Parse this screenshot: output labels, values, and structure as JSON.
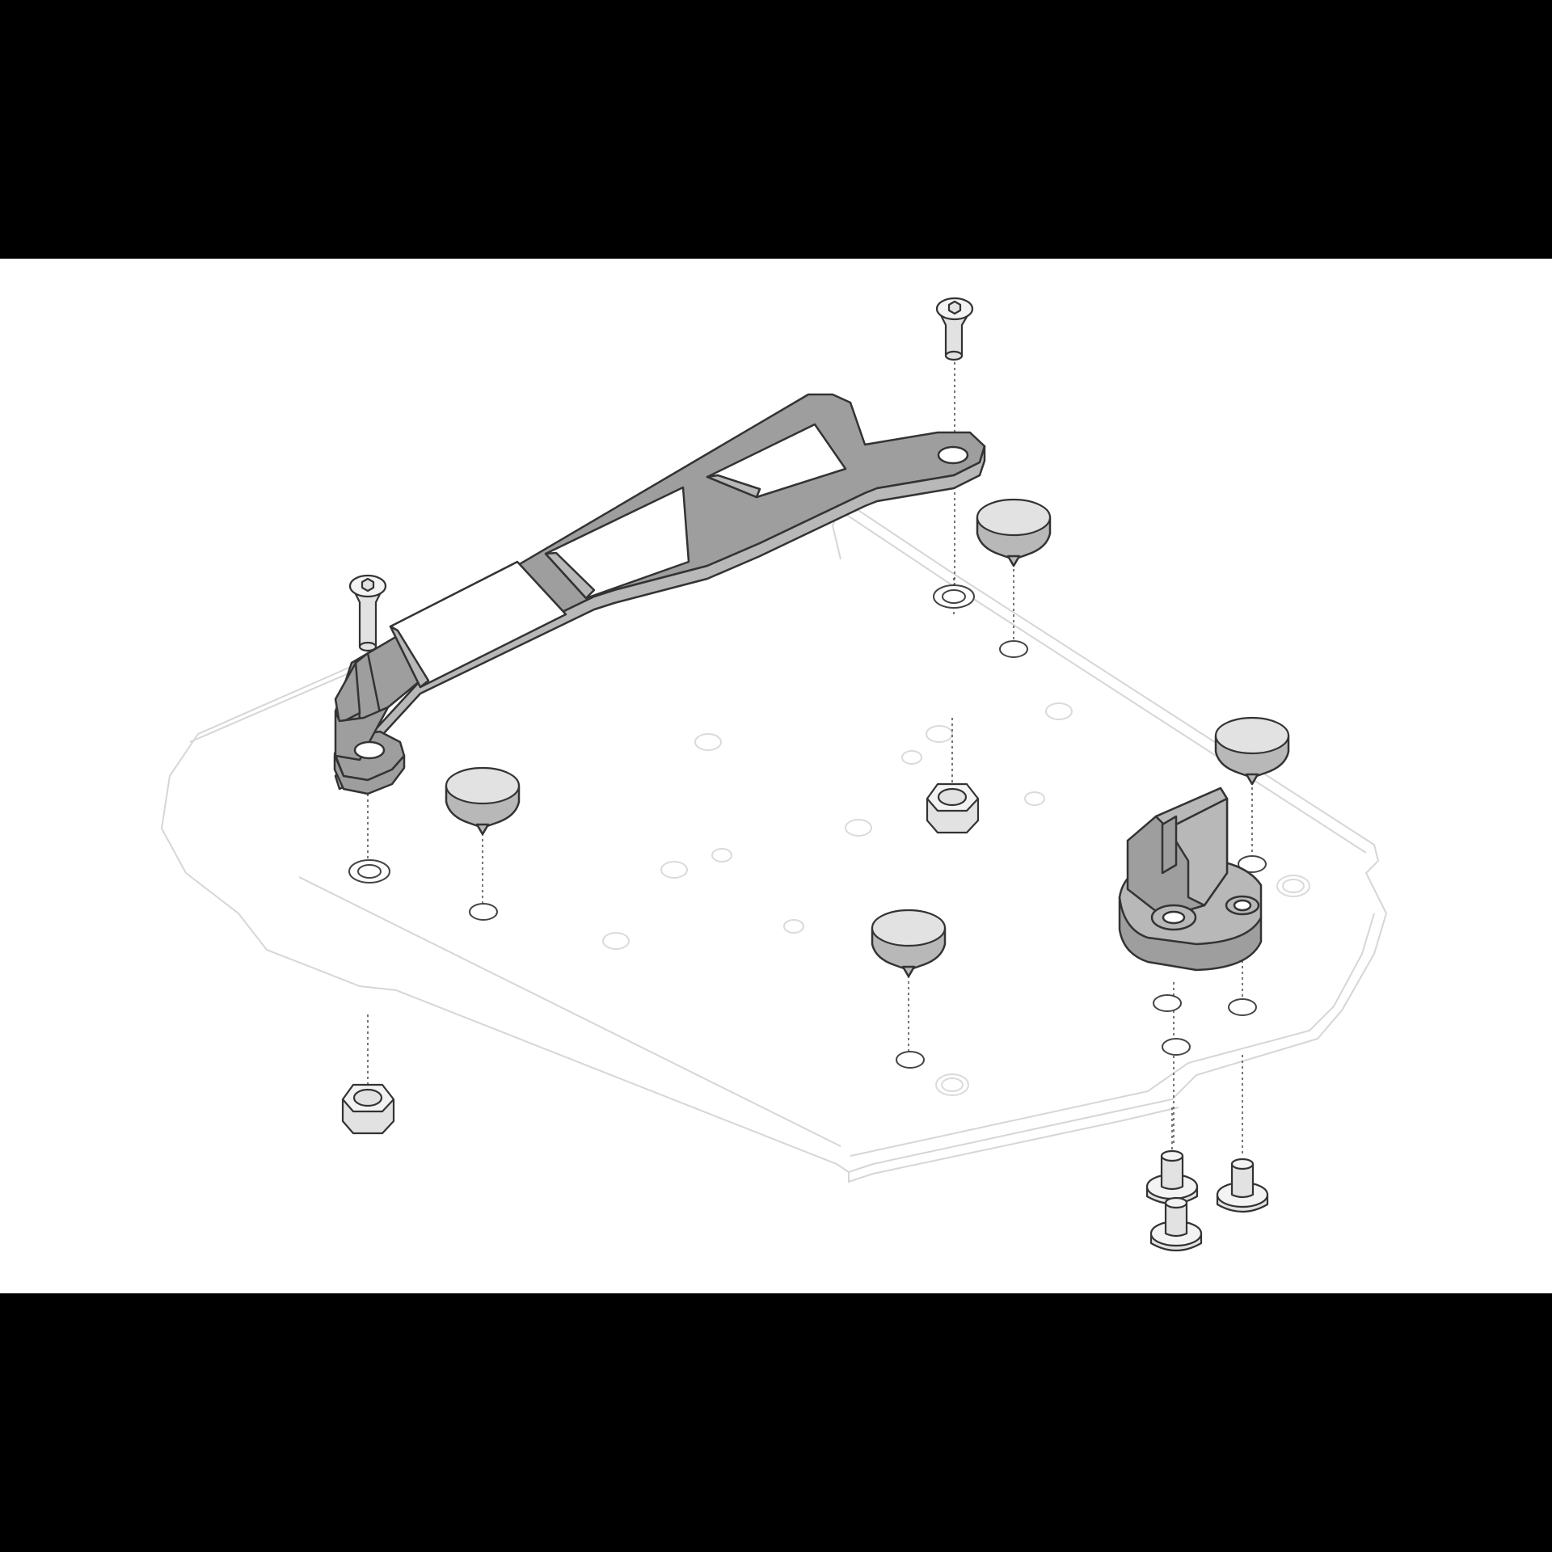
{
  "diagram": {
    "kind": "exploded-assembly",
    "colors": {
      "background": "#ffffff",
      "letterbox": "#000000",
      "bracket": "#9e9e9e",
      "pads": "#bdbdbd",
      "ghost_plate": "#d6d6d6",
      "lines": "#333333"
    },
    "components": [
      {
        "id": "base-plate",
        "style": "ghosted outline"
      },
      {
        "id": "bracket",
        "style": "dark grey"
      },
      {
        "id": "countersunk-screw",
        "count": 2
      },
      {
        "id": "rubber-pad",
        "count": 4
      },
      {
        "id": "hex-nut",
        "count": 2
      },
      {
        "id": "lock-block",
        "count": 1
      },
      {
        "id": "flange-bolt",
        "count": 3
      }
    ]
  }
}
